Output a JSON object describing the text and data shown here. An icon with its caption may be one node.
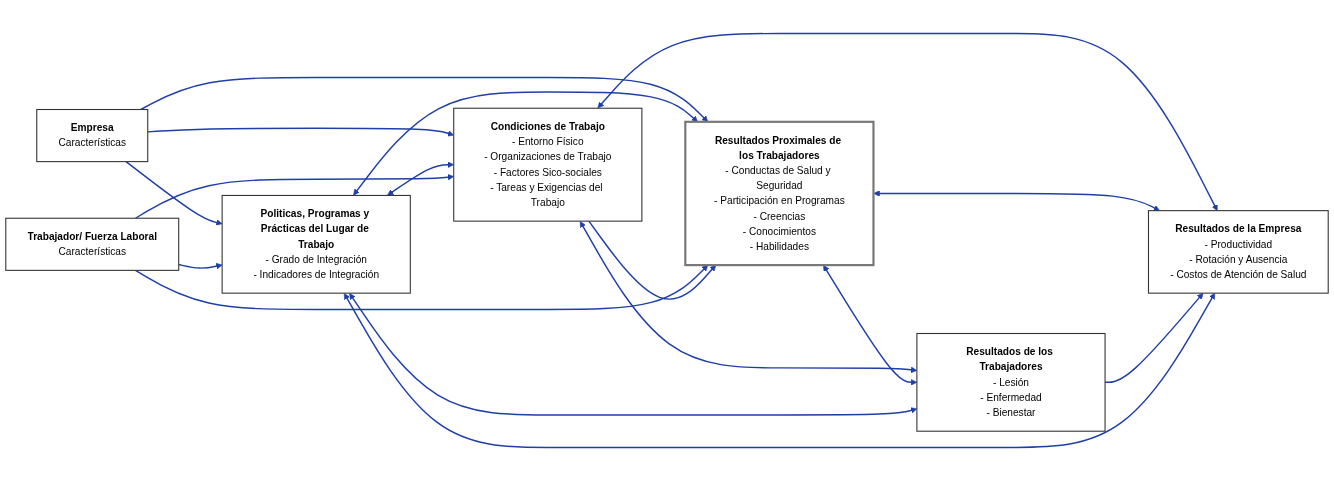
{
  "diagram": {
    "nodes": [
      {
        "text": [
          "Empresa",
          "Características"
        ]
      },
      {
        "text": [
          "Politicas, Programas y Prácticas del Lugar de Trabajo",
          "- Grado de Integración",
          "- Indicadores de Integración"
        ]
      },
      {
        "text": [
          "Trabajador/ Fuerza Laboral",
          "Características"
        ]
      },
      {
        "text": [
          "Condiciones de Trabajo",
          "- Entorno Físico",
          "- Organizaciones de Trabajo",
          "- Factores Sico-sociales",
          "- Tareas y Exigencias del Trabajo"
        ]
      },
      {
        "text": [
          "Resultados Proximales de los Trabajadores",
          "- Conductas de Salud y Seguridad",
          "- Participación en Programas",
          "- Creencias",
          "- Conocimientos",
          "- Habilidades"
        ]
      },
      {
        "text": [
          "Resultados de los Trabajadores",
          "- Lesión",
          "- Enfermedad",
          "- Bienestar"
        ]
      },
      {
        "text": [
          "Resultados de la Empresa",
          "- Productividad",
          "- Rotación y Ausencia",
          "- Costos de Atención de Salud"
        ]
      }
    ],
    "edges": [
      {
        "from": 0,
        "to": 1,
        "arrow": "to"
      },
      {
        "from": 2,
        "to": 1,
        "arrow": "to"
      },
      {
        "from": 0,
        "to": 3,
        "arrow": "to"
      },
      {
        "from": 0,
        "to": 4,
        "arrow": "to"
      },
      {
        "from": 1,
        "to": 3,
        "arrow": "both"
      },
      {
        "from": 1,
        "to": 4,
        "arrow": "both"
      },
      {
        "from": 2,
        "to": 3,
        "arrow": "to"
      },
      {
        "from": 2,
        "to": 4,
        "arrow": "to"
      },
      {
        "from": 3,
        "to": 4,
        "arrow": "to"
      },
      {
        "from": 3,
        "to": 5,
        "arrow": "both"
      },
      {
        "from": 3,
        "to": 6,
        "arrow": "both"
      },
      {
        "from": 4,
        "to": 5,
        "arrow": "both"
      },
      {
        "from": 4,
        "to": 6,
        "arrow": "both"
      },
      {
        "from": 5,
        "to": 6,
        "arrow": "to"
      },
      {
        "from": 1,
        "to": 5,
        "arrow": "both"
      },
      {
        "from": 1,
        "to": 6,
        "arrow": "both"
      }
    ]
  }
}
